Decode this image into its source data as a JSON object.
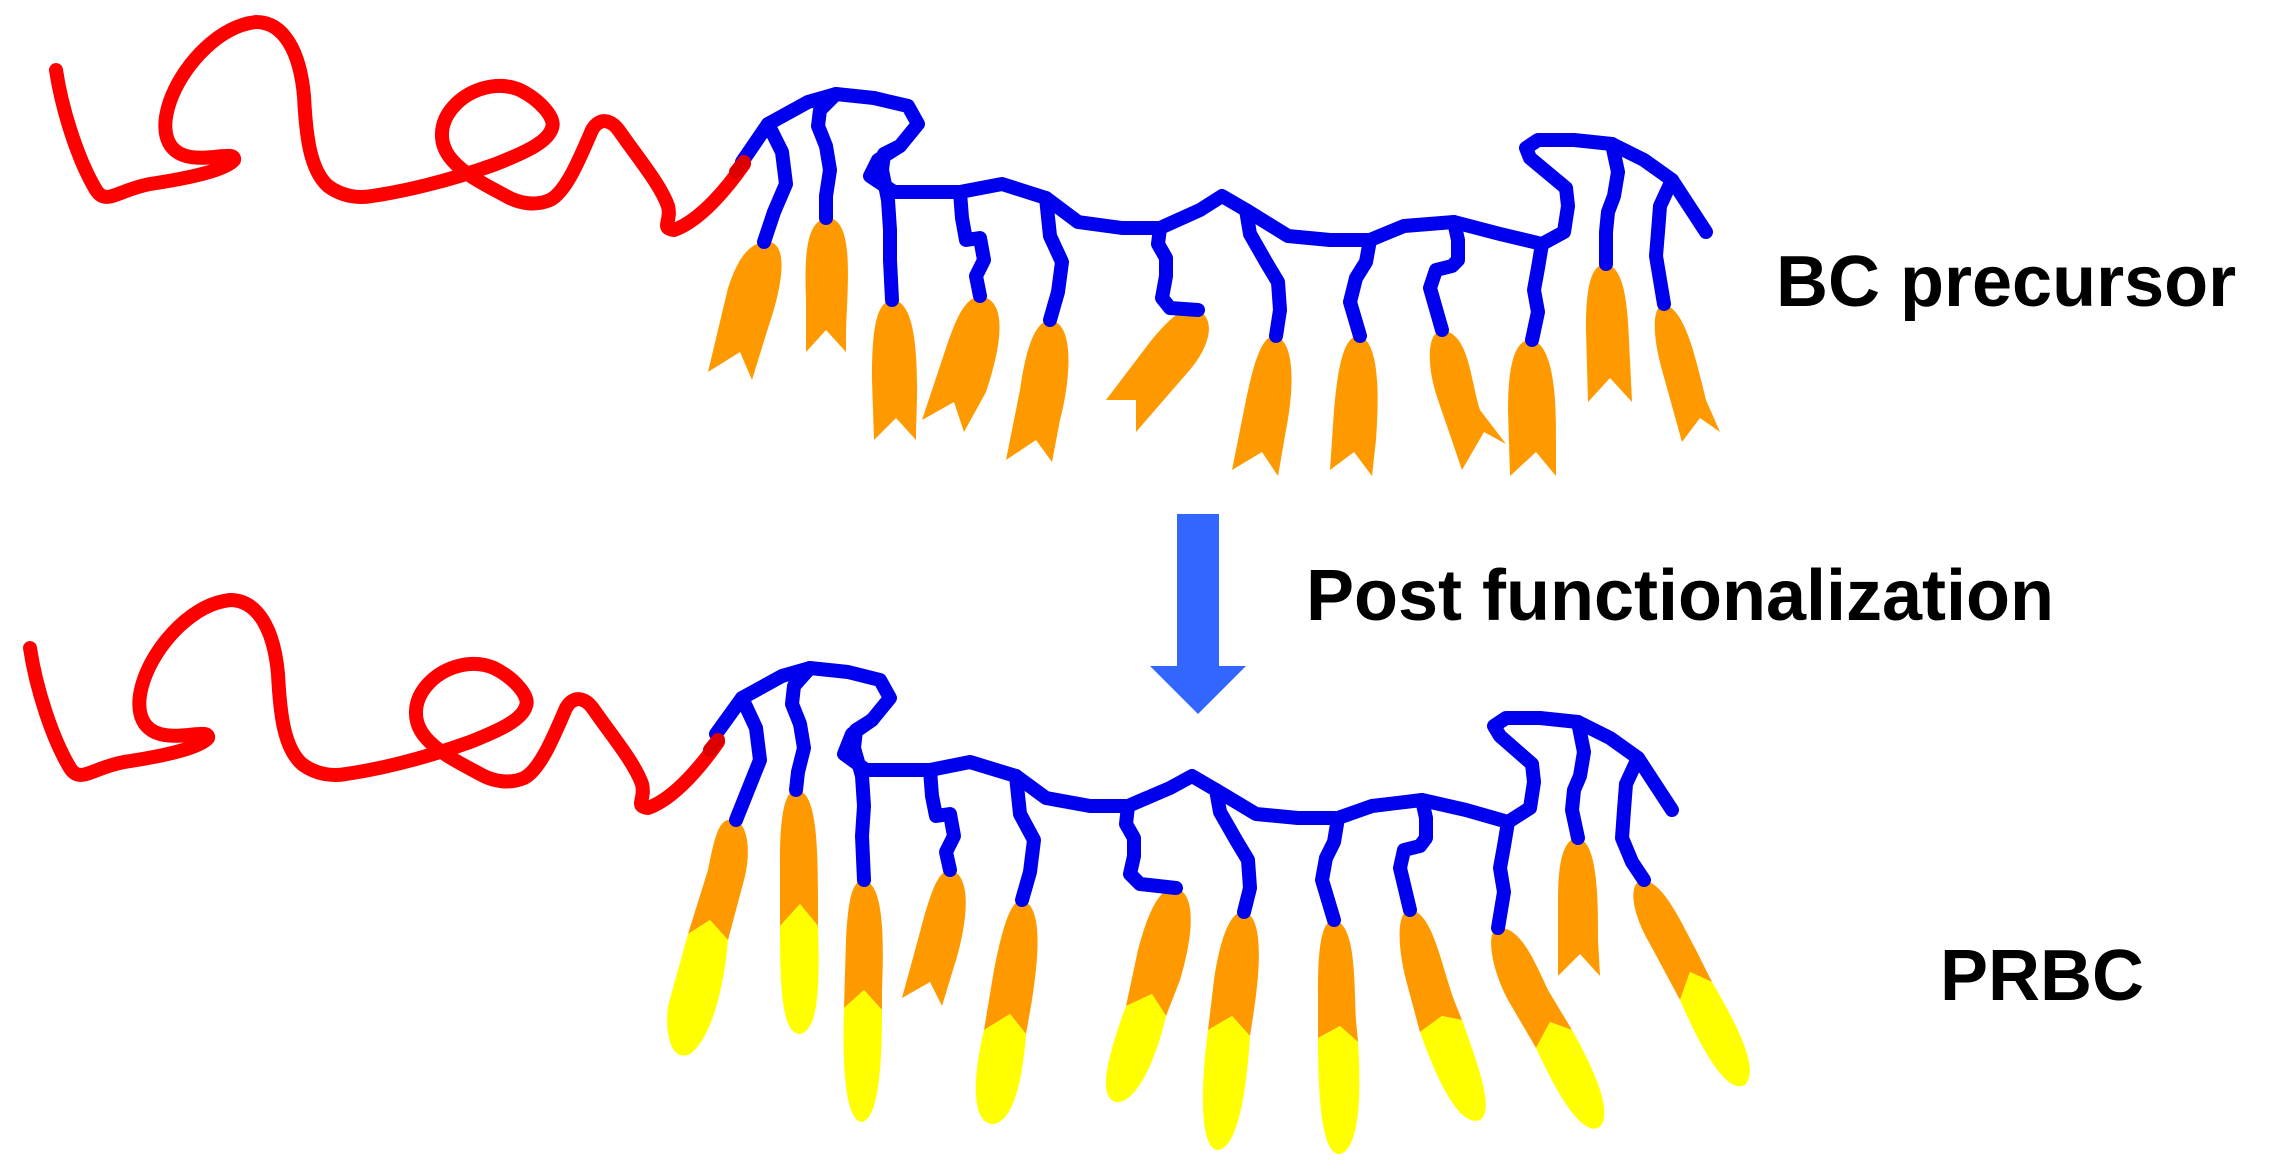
{
  "labels": {
    "top": "BC precursor",
    "middle": "Post functionalization",
    "bottom": "PRBC"
  },
  "colors": {
    "coil_block": "#ff0000",
    "backbone": "#0000ee",
    "side_chain": "#ff9900",
    "functional_group": "#ffff00",
    "arrow": "#3366ff"
  },
  "icons": {
    "arrow": "down-arrow-icon"
  }
}
